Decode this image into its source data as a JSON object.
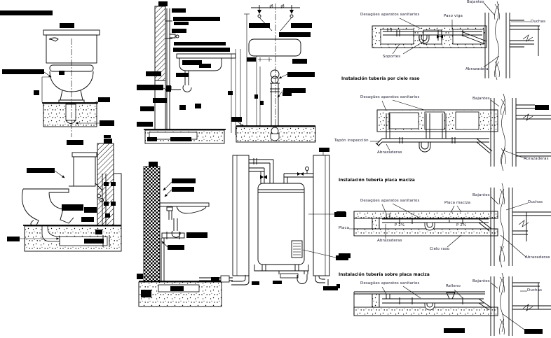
{
  "sheet": {
    "background": "#ffffff",
    "line_color": "#000000",
    "label_color": "#1a1a2e"
  },
  "sections": {
    "ceiling_hung": {
      "labels": {
        "bajantes": "Bajantes",
        "desagues": "Desagües aparatos sanitarios",
        "paso_viga": "Paso viga",
        "duchas": "Duchas",
        "soportes": "Soportes",
        "abrazadera": "Abrazadera"
      }
    },
    "por_cielo_raso": {
      "heading": "Instalación tubería por cielo raso",
      "labels": {
        "desagues": "Desagües aparatos sanitarios",
        "bajantes": "Bajantes",
        "tapon_inspeccion": "Tapón inspección",
        "abrazaderas_left": "Abrazaderas",
        "abrazaderas_right": "Abrazaderas"
      }
    },
    "placa_maciza": {
      "heading": "Instalación tubería placa maciza",
      "labels": {
        "desagues": "Desagües aparatos sanitarios",
        "placa_maciza": "Placa maciza",
        "bajantes": "Bajantes",
        "duchas": "Duchas",
        "placa": "Placa",
        "pendiente_left": "P 2%",
        "pendiente_right": "P 2%",
        "abrazaderas_left": "Abrazaderas",
        "cielo_raso": "Cielo raso",
        "abrazaderas_right": "Abrazaderas"
      }
    },
    "sobre_placa": {
      "heading": "Instalación tubería sobre placa maciza",
      "labels": {
        "desagues": "Desagües aparatos sanitarios",
        "relleno": "Relleno",
        "bajantes": "Bajantes",
        "duchas": "Duchas"
      }
    }
  }
}
